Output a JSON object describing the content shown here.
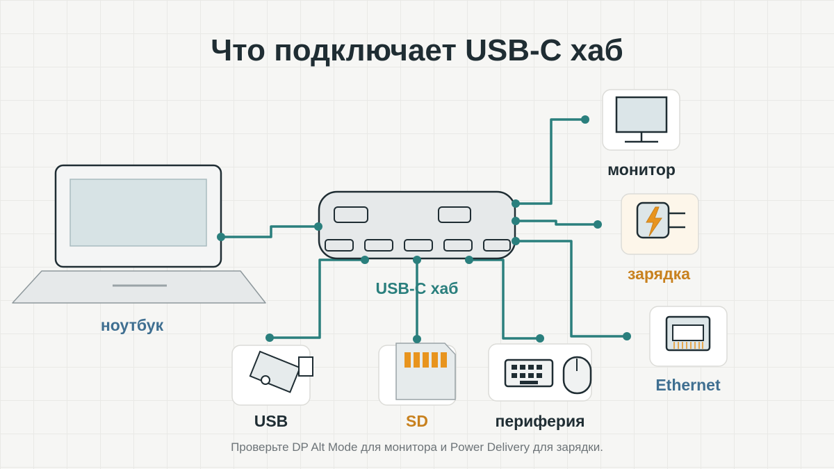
{
  "title": "Что подключает USB-C хаб",
  "labels": {
    "laptop": "ноутбук",
    "hub": "USB-C хаб",
    "monitor": "монитор",
    "charging": "зарядка",
    "ethernet": "Ethernet",
    "usb": "USB",
    "sd": "SD",
    "peripherals": "периферия"
  },
  "footnote": "Проверьте DP Alt Mode для монитора и Power Delivery для зарядки.",
  "colors": {
    "wire": "#2a7f7d",
    "label_blue": "#3f6f91",
    "label_orange": "#c8811e",
    "label_dark": "#1f2d33",
    "label_teal": "#2a7f7d"
  },
  "icons": {
    "monitor": "monitor-icon",
    "charging": "charger-bolt-icon",
    "ethernet": "ethernet-port-icon",
    "usb": "usb-stick-icon",
    "sd": "sd-card-icon",
    "peripherals": "keyboard-mouse-icon"
  }
}
